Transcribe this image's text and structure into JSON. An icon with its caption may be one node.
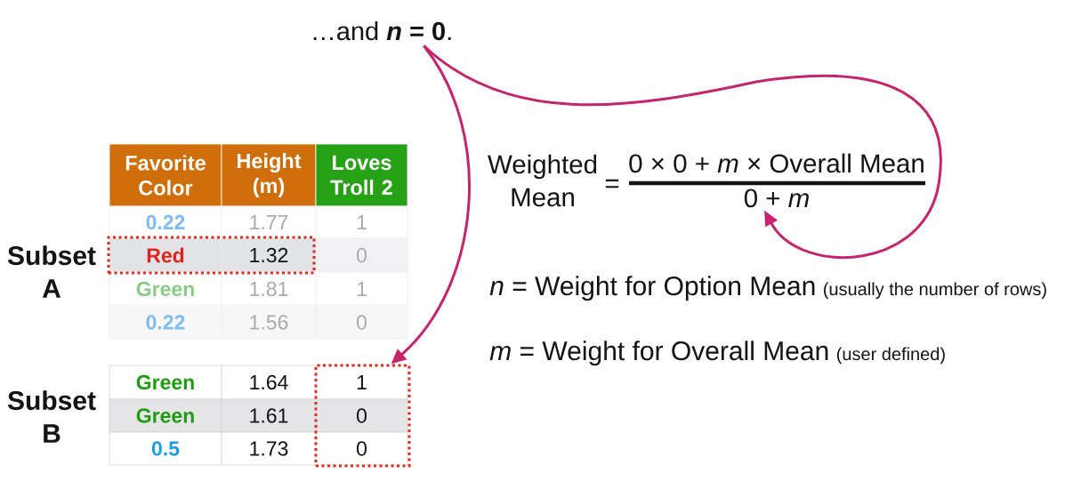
{
  "diagram": {
    "nodes": [
      {
        "text": [
          "…and ***n* = 0**."
        ]
      },
      {
        "text": [
          "Red",
          "1.32"
        ]
      },
      {
        "text": [
          "1",
          "0",
          "0"
        ]
      },
      {
        "text": [
          "0 + *m*"
        ]
      }
    ],
    "edges": [
      {
        "from": 0,
        "to": 2,
        "arrow": "to"
      },
      {
        "from": 0,
        "to": 3,
        "arrow": "to"
      }
    ],
    "labels": [
      "Favorite Color",
      "Height (m)",
      "Loves Troll 2",
      "0.22",
      "1.77",
      "1",
      "Subset A",
      "0",
      "Green",
      "1.81",
      "1",
      "0.22",
      "1.56",
      "0",
      "Subset B",
      "Green",
      "1.64",
      "Green",
      "1.61",
      "0.5",
      "1.73",
      "Weighted Mean",
      "=",
      "0 × 0 + *m* × Overall Mean",
      "*n* = Weight for Option Mean",
      "(usually the number of rows)",
      "*m* = Weight for Overall Mean",
      "(user defined)"
    ]
  }
}
